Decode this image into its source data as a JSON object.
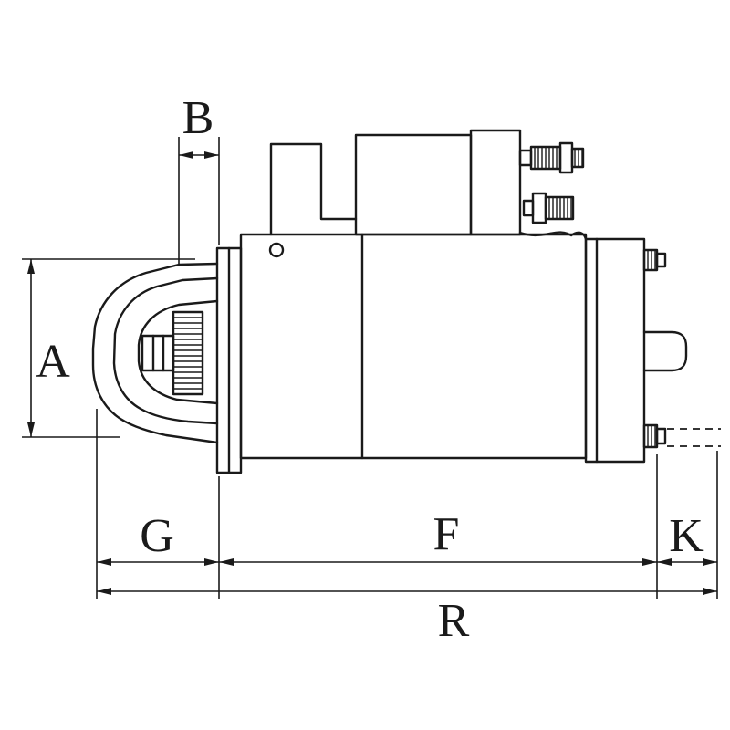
{
  "figure": {
    "kind": "technical dimensional line drawing",
    "subject": "starter motor side view with dimension callouts",
    "colors": {
      "ink": "#1a1a1a",
      "background": "#ffffff"
    }
  },
  "dimensions": {
    "a": "A",
    "b": "B",
    "g": "G",
    "f": "F",
    "k": "K",
    "r": "R"
  }
}
